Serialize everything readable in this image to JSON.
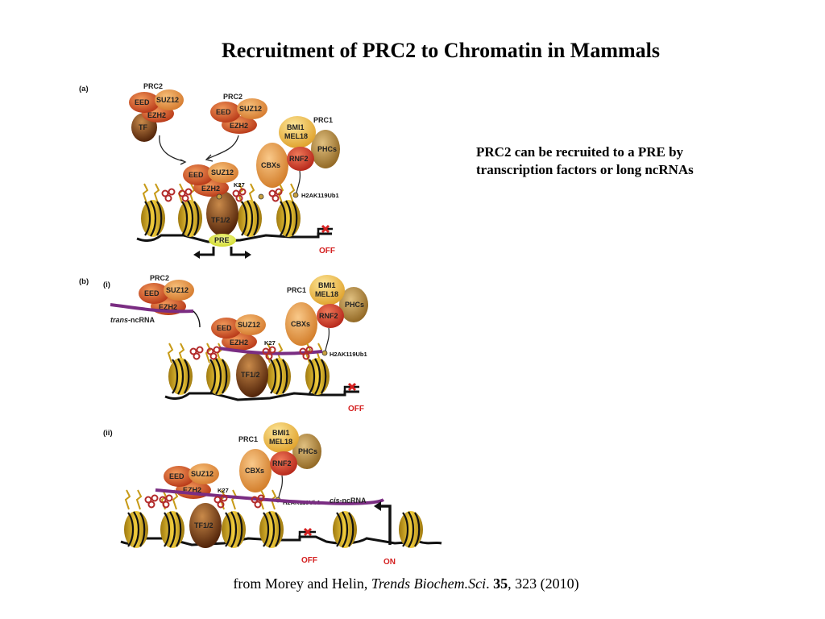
{
  "title": "Recruitment of PRC2 to Chromatin in Mammals",
  "caption": {
    "line1": "PRC2 can be recruited to a PRE by",
    "line2": "transcription factors or long ncRNAs"
  },
  "citation": {
    "prefix": "from Morey and Helin, ",
    "journal": "Trends Biochem.Sci",
    "sep": ". ",
    "volume": "35",
    "rest": ", 323 (2010)"
  },
  "figure": {
    "panel_a": "(a)",
    "panel_b": "(b)",
    "panel_bi": "(i)",
    "panel_bii": "(ii)",
    "prc2": "PRC2",
    "prc1": "PRC1",
    "eed": "EED",
    "suz12": "SUZ12",
    "ezh2": "EZH2",
    "tf": "TF",
    "tf12": "TF1/2",
    "pre": "PRE",
    "bmi1": "BMI1",
    "mel18": "MEL18",
    "phcs": "PHCs",
    "rnf2": "RNF2",
    "cbxs": "CBXs",
    "k27": "K27",
    "h2a": "H2AK119Ub1",
    "off": "OFF",
    "on": "ON",
    "trans_italic": "trans",
    "trans_rest": "-ncRNA",
    "cis_italic": "cis",
    "cis_rest": "-ncRNA"
  },
  "colors": {
    "prc2_dark": "#c8431c",
    "prc2_light": "#e68b3a",
    "prc1_yellow": "#f2c04a",
    "rnf2_red": "#d8362a",
    "phcs_brown": "#b98a3a",
    "cbxs_orange": "#e4993e",
    "nucleosome_gold": "#e2b320",
    "tf_brown": "#7a3b12",
    "ncrna_purple": "#7a2d82",
    "pre_yellow": "#e4ea34",
    "off_red": "#d42020"
  }
}
